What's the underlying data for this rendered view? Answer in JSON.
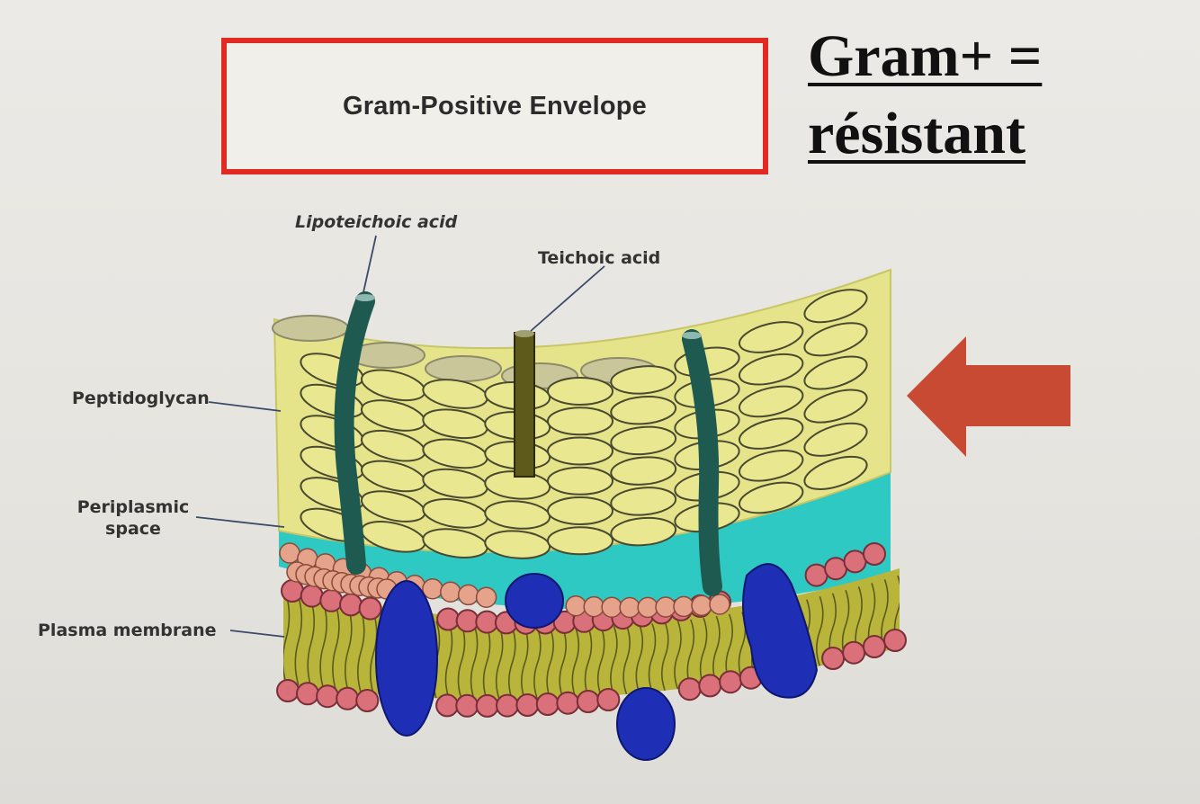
{
  "title_box": {
    "text": "Gram-Positive Envelope"
  },
  "heading": {
    "line1": "Gram+ =",
    "line2": "résistant"
  },
  "labels": {
    "lipoteichoic": "Lipoteichoic acid",
    "teichoic": "Teichoic acid",
    "peptidoglycan": "Peptidoglycan",
    "periplasmic_1": "Periplasmic",
    "periplasmic_2": "space",
    "plasma": "Plasma membrane"
  },
  "colors": {
    "box_border": "#e02a22",
    "peptidoglycan": "#e6e48a",
    "periplasm": "#2fc9c4",
    "membrane": "#b9b43a",
    "lipid_head": "#d9707a",
    "protein": "#1f2fb5",
    "acid_rod": "#1e5a4f",
    "teichoic_rod": "#5d5a1c",
    "arrow": "#c94a32"
  },
  "icons": {
    "arrow": "left-arrow-icon"
  }
}
